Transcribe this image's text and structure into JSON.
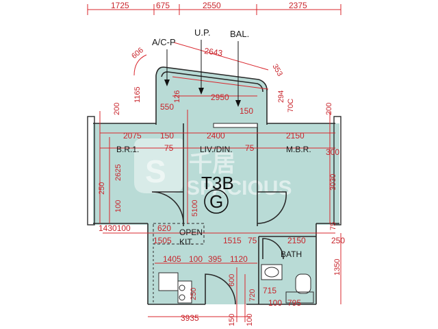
{
  "unit": {
    "code": "T3B",
    "floor": "G"
  },
  "labels": {
    "ac": "A/C-P",
    "up": "U.P.",
    "bal": "BAL."
  },
  "rooms": {
    "br1": "B.R.1.",
    "liv": "LIV./DIN.",
    "mbr": "M.B.R.",
    "open": "OPEN",
    "kit": "KIT.",
    "bath": "BATH"
  },
  "watermark": {
    "main": "SPACIOUS",
    "chinese": "千居"
  },
  "dims": {
    "top": [
      "1725",
      "675",
      "2550",
      "2375"
    ],
    "diag_2643": "2643",
    "diag_606": "606",
    "diag_353": "353",
    "d_150": "150",
    "d_2950": "2950",
    "d_1165": "1165",
    "d_126": "126",
    "d_550": "550",
    "d_200": "200",
    "d_2075": "2075",
    "d_2400": "2400",
    "d_2150": "2150",
    "d_75": "75",
    "d_300": "300",
    "d_2625": "2625",
    "d_3030": "3030",
    "d_250": "250",
    "d_100": "100",
    "d_5100": "5100",
    "d_1430100": "1430100",
    "d_620": "620",
    "d_1505": "1505",
    "d_1515": "1515",
    "d_1405": "1405",
    "d_395": "395",
    "d_1120": "1120",
    "d_1350": "1350",
    "d_715": "715",
    "d_795": "795",
    "d_3935": "3935",
    "d_600": "600",
    "d_720": "720",
    "d_70c": "70C",
    "d_294": "294"
  },
  "colors": {
    "floor": "#b9dbd6",
    "wall": "#2a2a2a",
    "dimension": "#c8242b"
  }
}
